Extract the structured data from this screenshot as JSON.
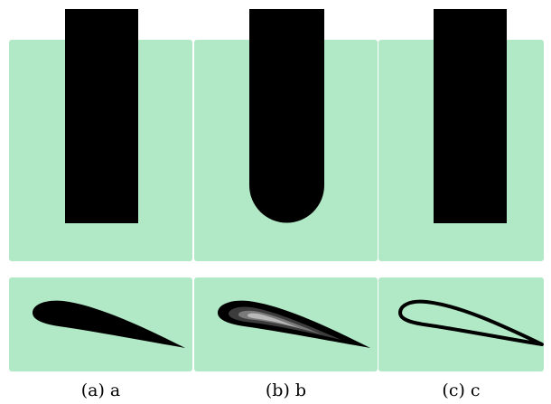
{
  "figure": {
    "subfigures": [
      {
        "id": "a",
        "caption": "(a) a",
        "depiction": "solid black rectangular bar above, solid black airfoil below"
      },
      {
        "id": "b",
        "caption": "(b) b",
        "depiction": "black bar with rounded bottom above, layered airfoil with gray core below"
      },
      {
        "id": "c",
        "caption": "(c) c",
        "depiction": "solid black rectangular bar above, outlined airfoil below"
      }
    ],
    "colors": {
      "panel_background": "#b1e9c6",
      "shape_fill": "#000000",
      "layer_dark_gray": "#3c3c3c",
      "layer_mid_gray": "#7a7a7a",
      "layer_light_gray": "#b9b9b9",
      "outline_stroke": "#000000"
    }
  }
}
